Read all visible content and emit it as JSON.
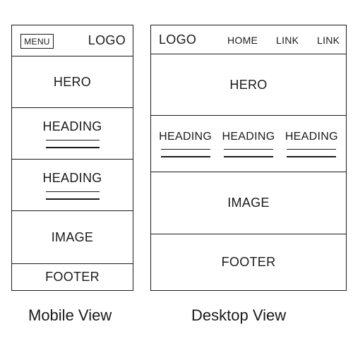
{
  "mobile": {
    "menu_label": "MENU",
    "logo": "LOGO",
    "hero": "HERO",
    "heading_1": "HEADING",
    "heading_2": "HEADING",
    "image": "IMAGE",
    "footer": "FOOTER",
    "caption": "Mobile View"
  },
  "desktop": {
    "logo": "LOGO",
    "nav": [
      "HOME",
      "LINK",
      "LINK"
    ],
    "hero": "HERO",
    "headings": [
      "HEADING",
      "HEADING",
      "HEADING"
    ],
    "image": "IMAGE",
    "footer": "FOOTER",
    "caption": "Desktop View"
  }
}
